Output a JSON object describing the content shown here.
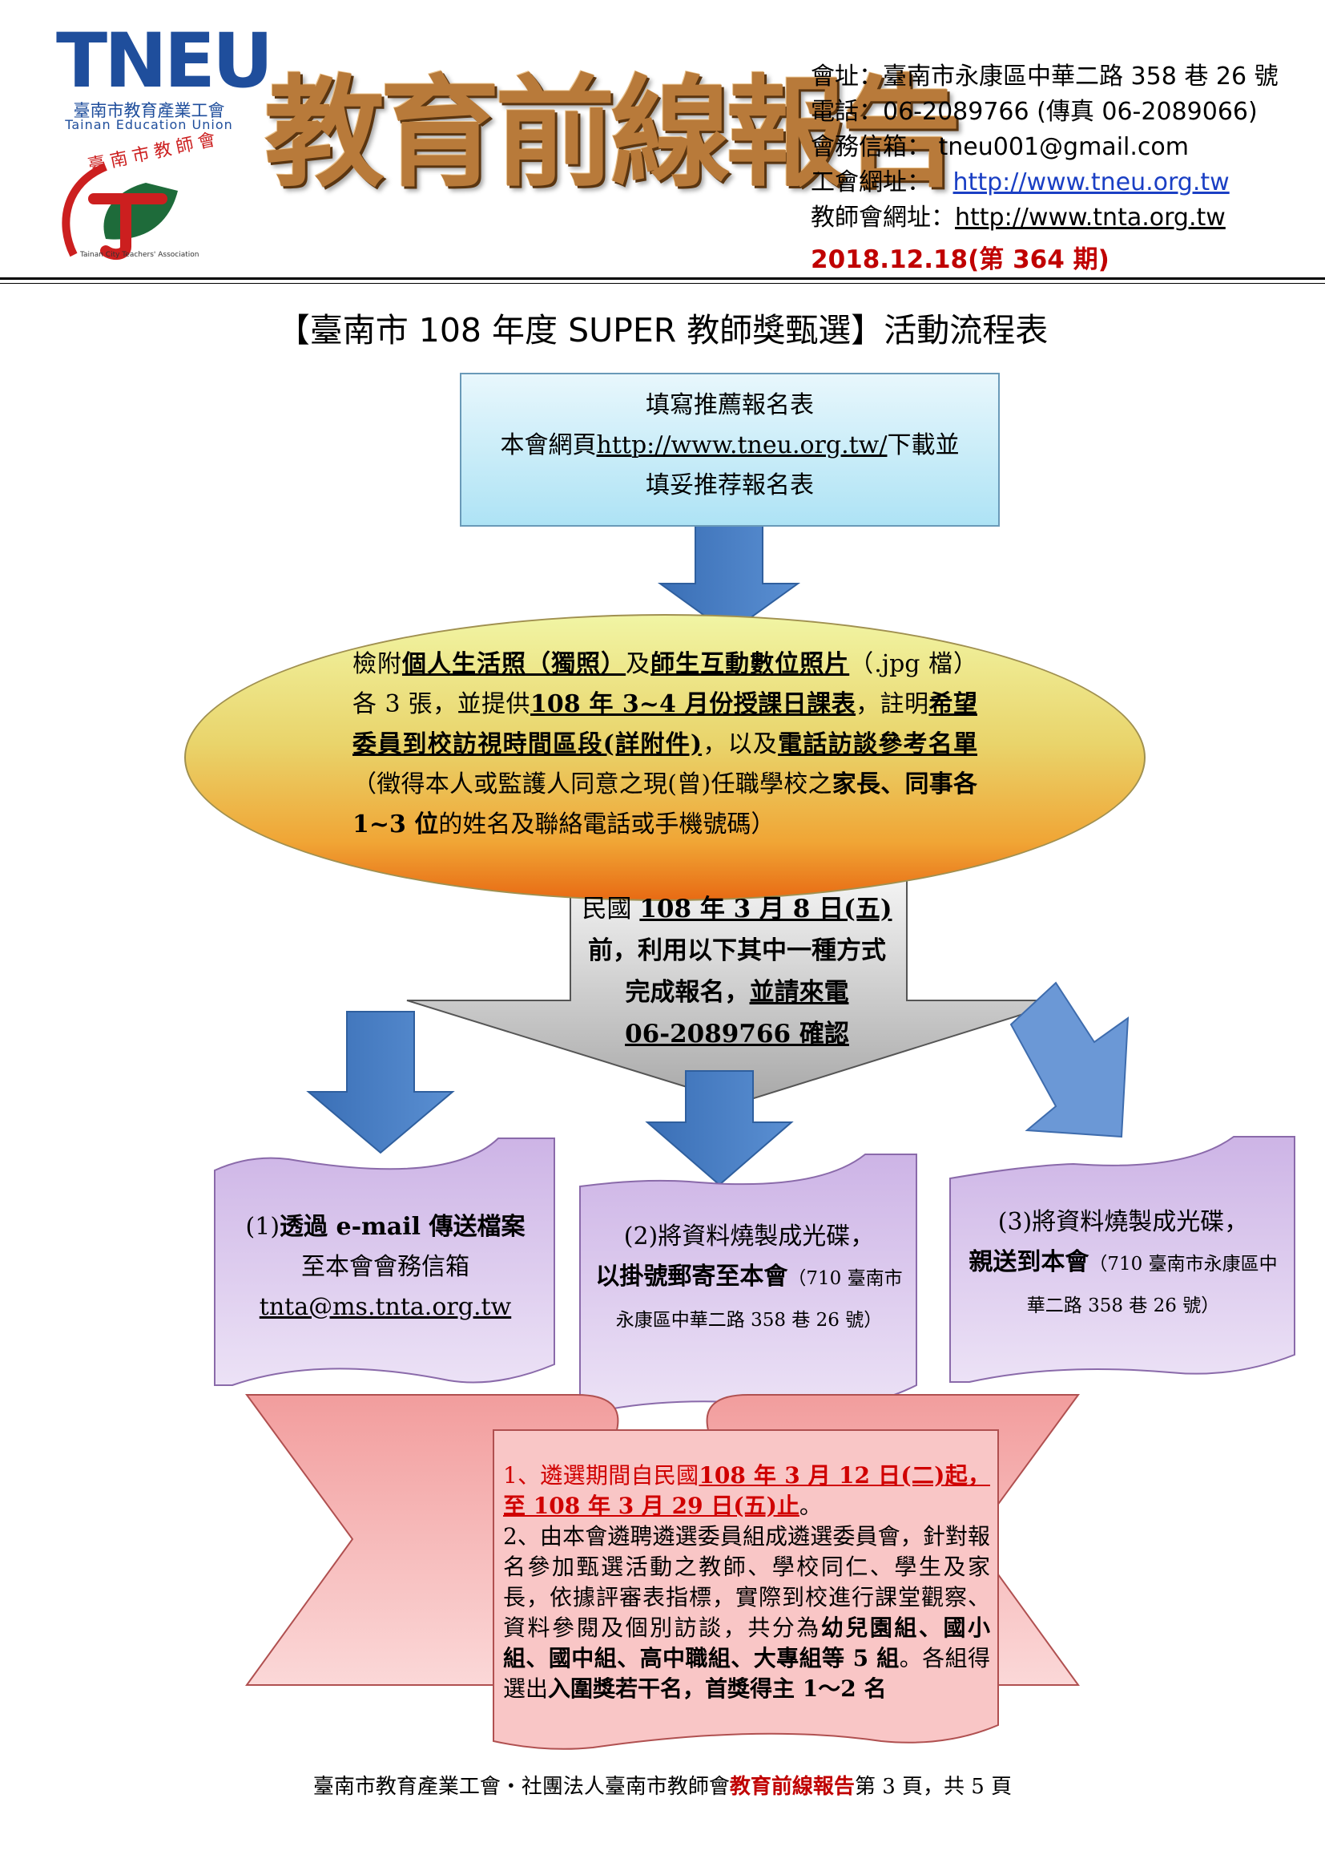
{
  "header": {
    "logo_main": "TNEU",
    "logo_cn": "臺南市教育產業工會",
    "logo_en": "Tainan Education Union",
    "seal_cn": "臺南市教師會",
    "seal_en": "Tainan City Teachers' Association",
    "masthead": "教育前線報告",
    "address": "會址：臺南市永康區中華二路 358 巷 26 號",
    "phone": "電話：06-2089766 (傳真 06-2089066)",
    "email": "會務信箱： tneu001@gmail.com",
    "union_site_label": "工會網址：",
    "union_site_url": "http://www.tneu.org.tw",
    "teacher_site_label": "教師會網址：",
    "teacher_site_url": "http://www.tnta.org.tw",
    "issue": "2018.12.18(第 364 期)"
  },
  "page_title": "【臺南市 108 年度 SUPER 教師獎甄選】活動流程表",
  "step1": {
    "line1": "填寫推薦報名表",
    "line2_prefix": "本會網頁",
    "line2_url": "http://www.tneu.org.tw/",
    "line2_suffix": "下載並",
    "line3": "填妥推荐報名表"
  },
  "step2": {
    "t1": "檢附",
    "t2": "個人生活照（獨照）",
    "t3": "及",
    "t4": "師生互動數位照片",
    "t5": "（.jpg 檔）各 3 張，並提供",
    "t6": "108 年 3~4 月份授課日課表",
    "t7": "，註明",
    "t8": "希望委員到校訪視時間區段(詳附件)",
    "t9": "，以及",
    "t10": "電話訪談參考名單",
    "t11": "（徵得本人或監護人同意之現(曾)任職學校之",
    "t12": "家長、同事各 1~3 位",
    "t13": "的姓名及聯絡電話或手機號碼）"
  },
  "step3": {
    "l1a": "民國",
    "l1b": "108 年 3 月 8 日(五)",
    "l2": "前，利用以下其中一種方式",
    "l3a": "完成報名，",
    "l3b": "並請來電",
    "l4": "06-2089766 確認"
  },
  "options": [
    {
      "a": "(1)",
      "b": "透過 e-mail 傳送檔案",
      "c": "至本會會務信箱",
      "d": "tnta@ms.tnta.org.tw"
    },
    {
      "a": "(2)將資料燒製成光碟，",
      "b": "以掛號郵寄至本會",
      "c": "（710 臺南市永康區中華二路 358 巷 26 號）"
    },
    {
      "a": "(3)將資料燒製成光碟，",
      "b": "親送到本會",
      "c": "（710 臺南市永康區中華二路 358 巷 26 號）"
    }
  ],
  "ribbon": {
    "p1a": "1、遴選期間自民國",
    "p1b": "108 年 3 月 12 日(二)起，至 108 年 3 月 29 日(五)止",
    "p1c": "。",
    "p2a": "2、由本會遴聘遴選委員組成遴選委員會，針對報名參加甄選活動之教師、學校同仁、學生及家長，依據評審表指標，實際到校進行課堂觀察、資料參閱及個別訪談，共分為",
    "p2b": "幼兒園組、國小組、國中組、高中職組、大專組等 5 組",
    "p2c": "。各組得選出",
    "p2d": "入圍獎若干名，首獎得主 1～2 名"
  },
  "footer": {
    "a": "臺南市教育產業工會‧社團法人臺南市教師會",
    "brand": "教育前線報告",
    "b": "第 3 頁，共 5 頁"
  },
  "colors": {
    "union_blue": "#1f4e9c",
    "arrow_blue": "#4a7ec4",
    "red": "#c00000",
    "scroll_purple": "#dcc8ee",
    "ribbon_pink": "#f6b8b8"
  }
}
